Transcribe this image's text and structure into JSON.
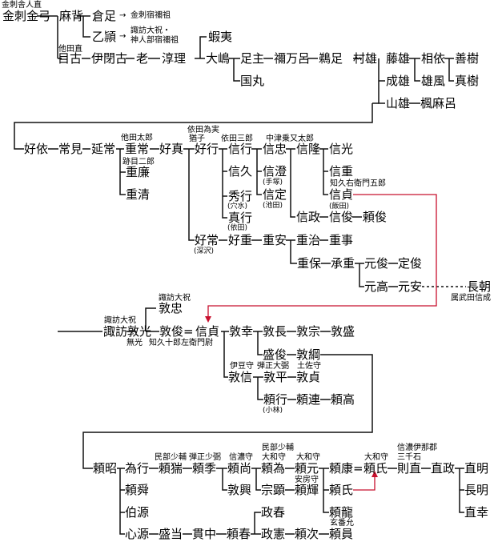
{
  "nodes": {
    "kanzashi_kinsashitoneri": "金刺舎人直",
    "kanzashi_kinyumi": "金刺金弓",
    "maseo": "麻背",
    "kurata": "倉足",
    "kurata_note": "金刺宿禰祖",
    "otsukai": "乙頴",
    "otsukai_note1": "諏訪大祝・",
    "otsukai_note2": "神人部宿禰祖",
    "tada_note": "他田直",
    "meko": "目古",
    "isako": "伊閉古",
    "oi": "老",
    "junri": "淳理",
    "ebisu": "蝦夷",
    "daishima": "大嶋",
    "ashinushi": "足主",
    "kunimaru": "国丸",
    "tomaro": "禰万呂",
    "gaoashi": "鵜足",
    "muraoki": "村雄",
    "fujio": "藤雄",
    "nario": "成雄",
    "yamao": "山雄",
    "kaemaro": "楓麻呂",
    "aiyori": "相依",
    "oho": "雄風",
    "zenki": "善樹",
    "maki": "真樹",
    "yoshiyori": "好依",
    "tsuneyoshi": "常見",
    "nobutsune": "延常",
    "tada_taro": "他田太郎",
    "shigetsune": "重常",
    "yoshisada": "好真",
    "atonoji": "跡目二郎",
    "shigeyasu": "重廉",
    "shigekiyo": "重清",
    "tada_tamezane": "依田為実",
    "inuko": "猶子",
    "yoshiyuki": "好行",
    "tada_saburo": "依田三郎",
    "nobuyuki": "信行",
    "nobuhisa": "信久",
    "hideyuki": "秀行",
    "hideyuki_note": "(穴水)",
    "sadayuki": "真行",
    "sadayuki_note": "(依田)",
    "nakatsu_mata": "中津乗又太郎",
    "nobutada": "信忠",
    "nobusumi": "信澄",
    "nobusumi_note": "(手塚)",
    "nobusada_i": "信定",
    "nobusada_note": "(池田)",
    "nobutaka": "信隆",
    "nobumitsu": "信光",
    "nobushige": "信重",
    "chikyu_note": "知久右衛門五郎",
    "nobusada": "信貞",
    "nobumasa": "信政",
    "nobutoshi": "信俊",
    "nobutoshi_note": "(飯田)",
    "yoritoshi": "頼俊",
    "yoshitsune": "好常",
    "yoshitsune_note": "(深沢)",
    "yoshishige": "好重",
    "shigeyasu2": "重安",
    "shigeharu": "重治",
    "shigekoto": "重事",
    "shigeyasu3": "重保",
    "shoju": "承重",
    "mototoshi": "元俊",
    "sadatoshi": "定俊",
    "motoka": "元高",
    "motoyasu": "元安",
    "nagatomo": "長朝",
    "nagatomo_note": "属武田信成",
    "suwa_daishuku": "諏訪大祝",
    "suwa_atsumitsu": "諏訪敦光",
    "atsumitsu_note": "無光",
    "suwa_daishuku2": "諏訪大祝",
    "atsutada": "敦忠",
    "atsutoshi": "敦俊",
    "nobusada2": "信貞",
    "chikyu_juro": "知久十郎左衛門尉",
    "atsuyuki": "敦幸",
    "atsunaga": "敦長",
    "atsumune": "敦宗",
    "atsumori": "敦盛",
    "moritoshi": "盛俊",
    "atsutsuna": "敦綱",
    "izu_note": "伊豆守",
    "atsunobu": "敦信",
    "danjo_note": "弾正大弼",
    "atsuhira": "敦平",
    "tosa_note": "土佐守",
    "atsusada": "敦貞",
    "yoriyuki": "頼行",
    "yoriyuki_note": "(小林)",
    "yoritsura": "頼連",
    "yoritaka": "頼高",
    "yoriaki": "頼昭",
    "tameyuki": "為行",
    "minbu_note": "民部少輔",
    "yorikusuri": "頼猯",
    "danjo_note2": "弾正少弼",
    "yorisue": "頼季",
    "shinano_note": "信濃守",
    "yorinao": "頼尚",
    "atsuoki": "敦興",
    "minbu_note2": "民部少輔",
    "yamato_note": "大和守",
    "yoritame": "頼為",
    "munetaka": "宗顕",
    "yamato_note2": "大和守",
    "yorimoto": "頼元",
    "aki_note": "安房守",
    "yoriteru": "頼輝",
    "yoriyasu": "頼康",
    "yamato_note3": "大和守",
    "yoriuji": "頼氏",
    "yoriuji2": "頼氏",
    "yoritatsu": "頼龍",
    "shinano_iga": "信濃伊那郡",
    "sanzenishi": "三千石",
    "norinao": "則直",
    "naomasa": "直政",
    "naoaki": "直明",
    "nagaaki": "長明",
    "naoyuki": "直幸",
    "yorimasa": "頼舜",
    "hakugen": "伯源",
    "shingen": "心源",
    "morimasa": "盛当",
    "kannaka": "貫中",
    "yoriharu": "頼春",
    "seishun": "政春",
    "seiken": "政憲",
    "yoritsugu": "頼次",
    "genban_note": "玄番允",
    "yorikazu": "頼員"
  },
  "arrow_symbol": "→"
}
